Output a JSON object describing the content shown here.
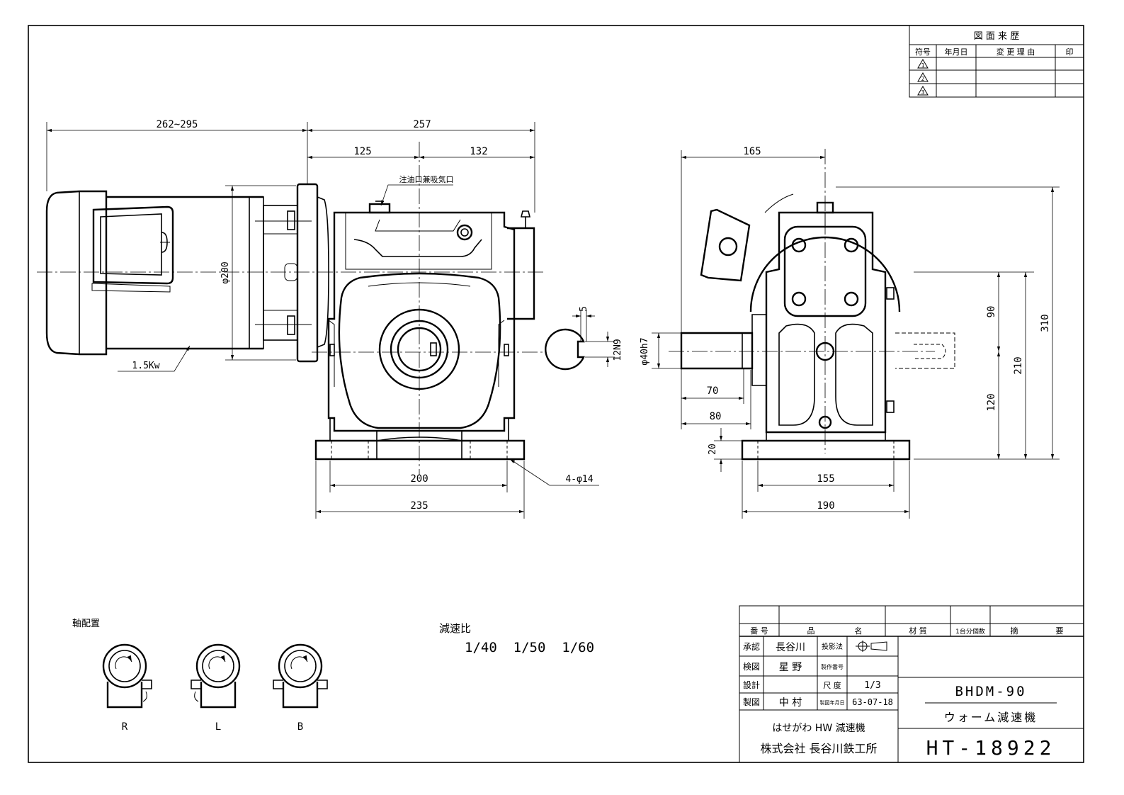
{
  "revision_table": {
    "title": "図 面 来 歴",
    "headers": [
      "符号",
      "年月日",
      "変 更 理 由",
      "印"
    ],
    "rows": [
      {
        "mark": "1"
      },
      {
        "mark": "2"
      },
      {
        "mark": "3"
      }
    ]
  },
  "dimensions": {
    "motor_length": "262~295",
    "overall_length": "257",
    "left_half": "125",
    "right_half": "132",
    "motor_diameter": "φ200",
    "motor_power": "1.5Kw",
    "oil_port": "注油口兼吸気口",
    "foot_inner": "200",
    "foot_outer": "235",
    "holes": "4-φ14",
    "keyway_width": "5",
    "keyway_tol": "12N9",
    "side_width": "165",
    "shaft_diameter": "φ40h7",
    "shaft_70": "70",
    "shaft_80": "80",
    "base_height": "20",
    "base_inner": "155",
    "base_outer": "190",
    "dim_90": "90",
    "dim_120": "120",
    "dim_210": "210",
    "dim_310": "310"
  },
  "shaft_arrangement": {
    "title": "軸配置",
    "labels": [
      "R",
      "L",
      "B"
    ]
  },
  "reduction": {
    "title": "減速比",
    "values": "1/40  1/50  1/60"
  },
  "title_block": {
    "header": [
      "番 号",
      "品",
      "名",
      "材 質",
      "1台分個数",
      "摘",
      "要"
    ],
    "approved_label": "承認",
    "approved_name": "長谷川",
    "projection_label": "投影法",
    "checked_label": "検図",
    "checked_name": "星 野",
    "serial_label": "製作番号",
    "design_label": "設計",
    "scale_label": "尺 度",
    "scale_value": "1/3",
    "drawn_label": "製図",
    "drawn_name": "中 村",
    "date_label": "製図年月日",
    "date_value": "63-07-18",
    "model": "BHDM-90",
    "product": "ウォーム減速機",
    "brand": "はせがわ HW 減速機",
    "company": "株式会社 長谷川鉄工所",
    "drawing_number": "HT-18922"
  }
}
